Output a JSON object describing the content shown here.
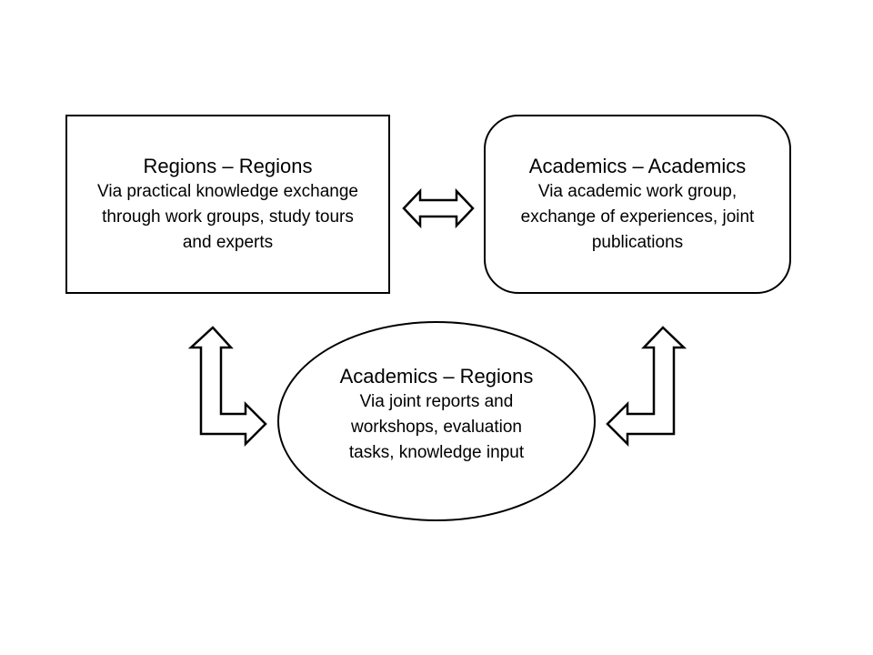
{
  "nodes": {
    "regions": {
      "title": "Regions – Regions",
      "description": "Via practical knowledge exchange\nthrough work groups, study tours\nand experts"
    },
    "academics": {
      "title": "Academics – Academics",
      "description": "Via academic work group,\nexchange of experiences, joint\npublications"
    },
    "academics_regions": {
      "title": "Academics – Regions",
      "description": "Via joint reports and\nworkshops,  evaluation\ntasks, knowledge input"
    }
  },
  "colors": {
    "stroke": "#000000",
    "fill": "#ffffff"
  }
}
